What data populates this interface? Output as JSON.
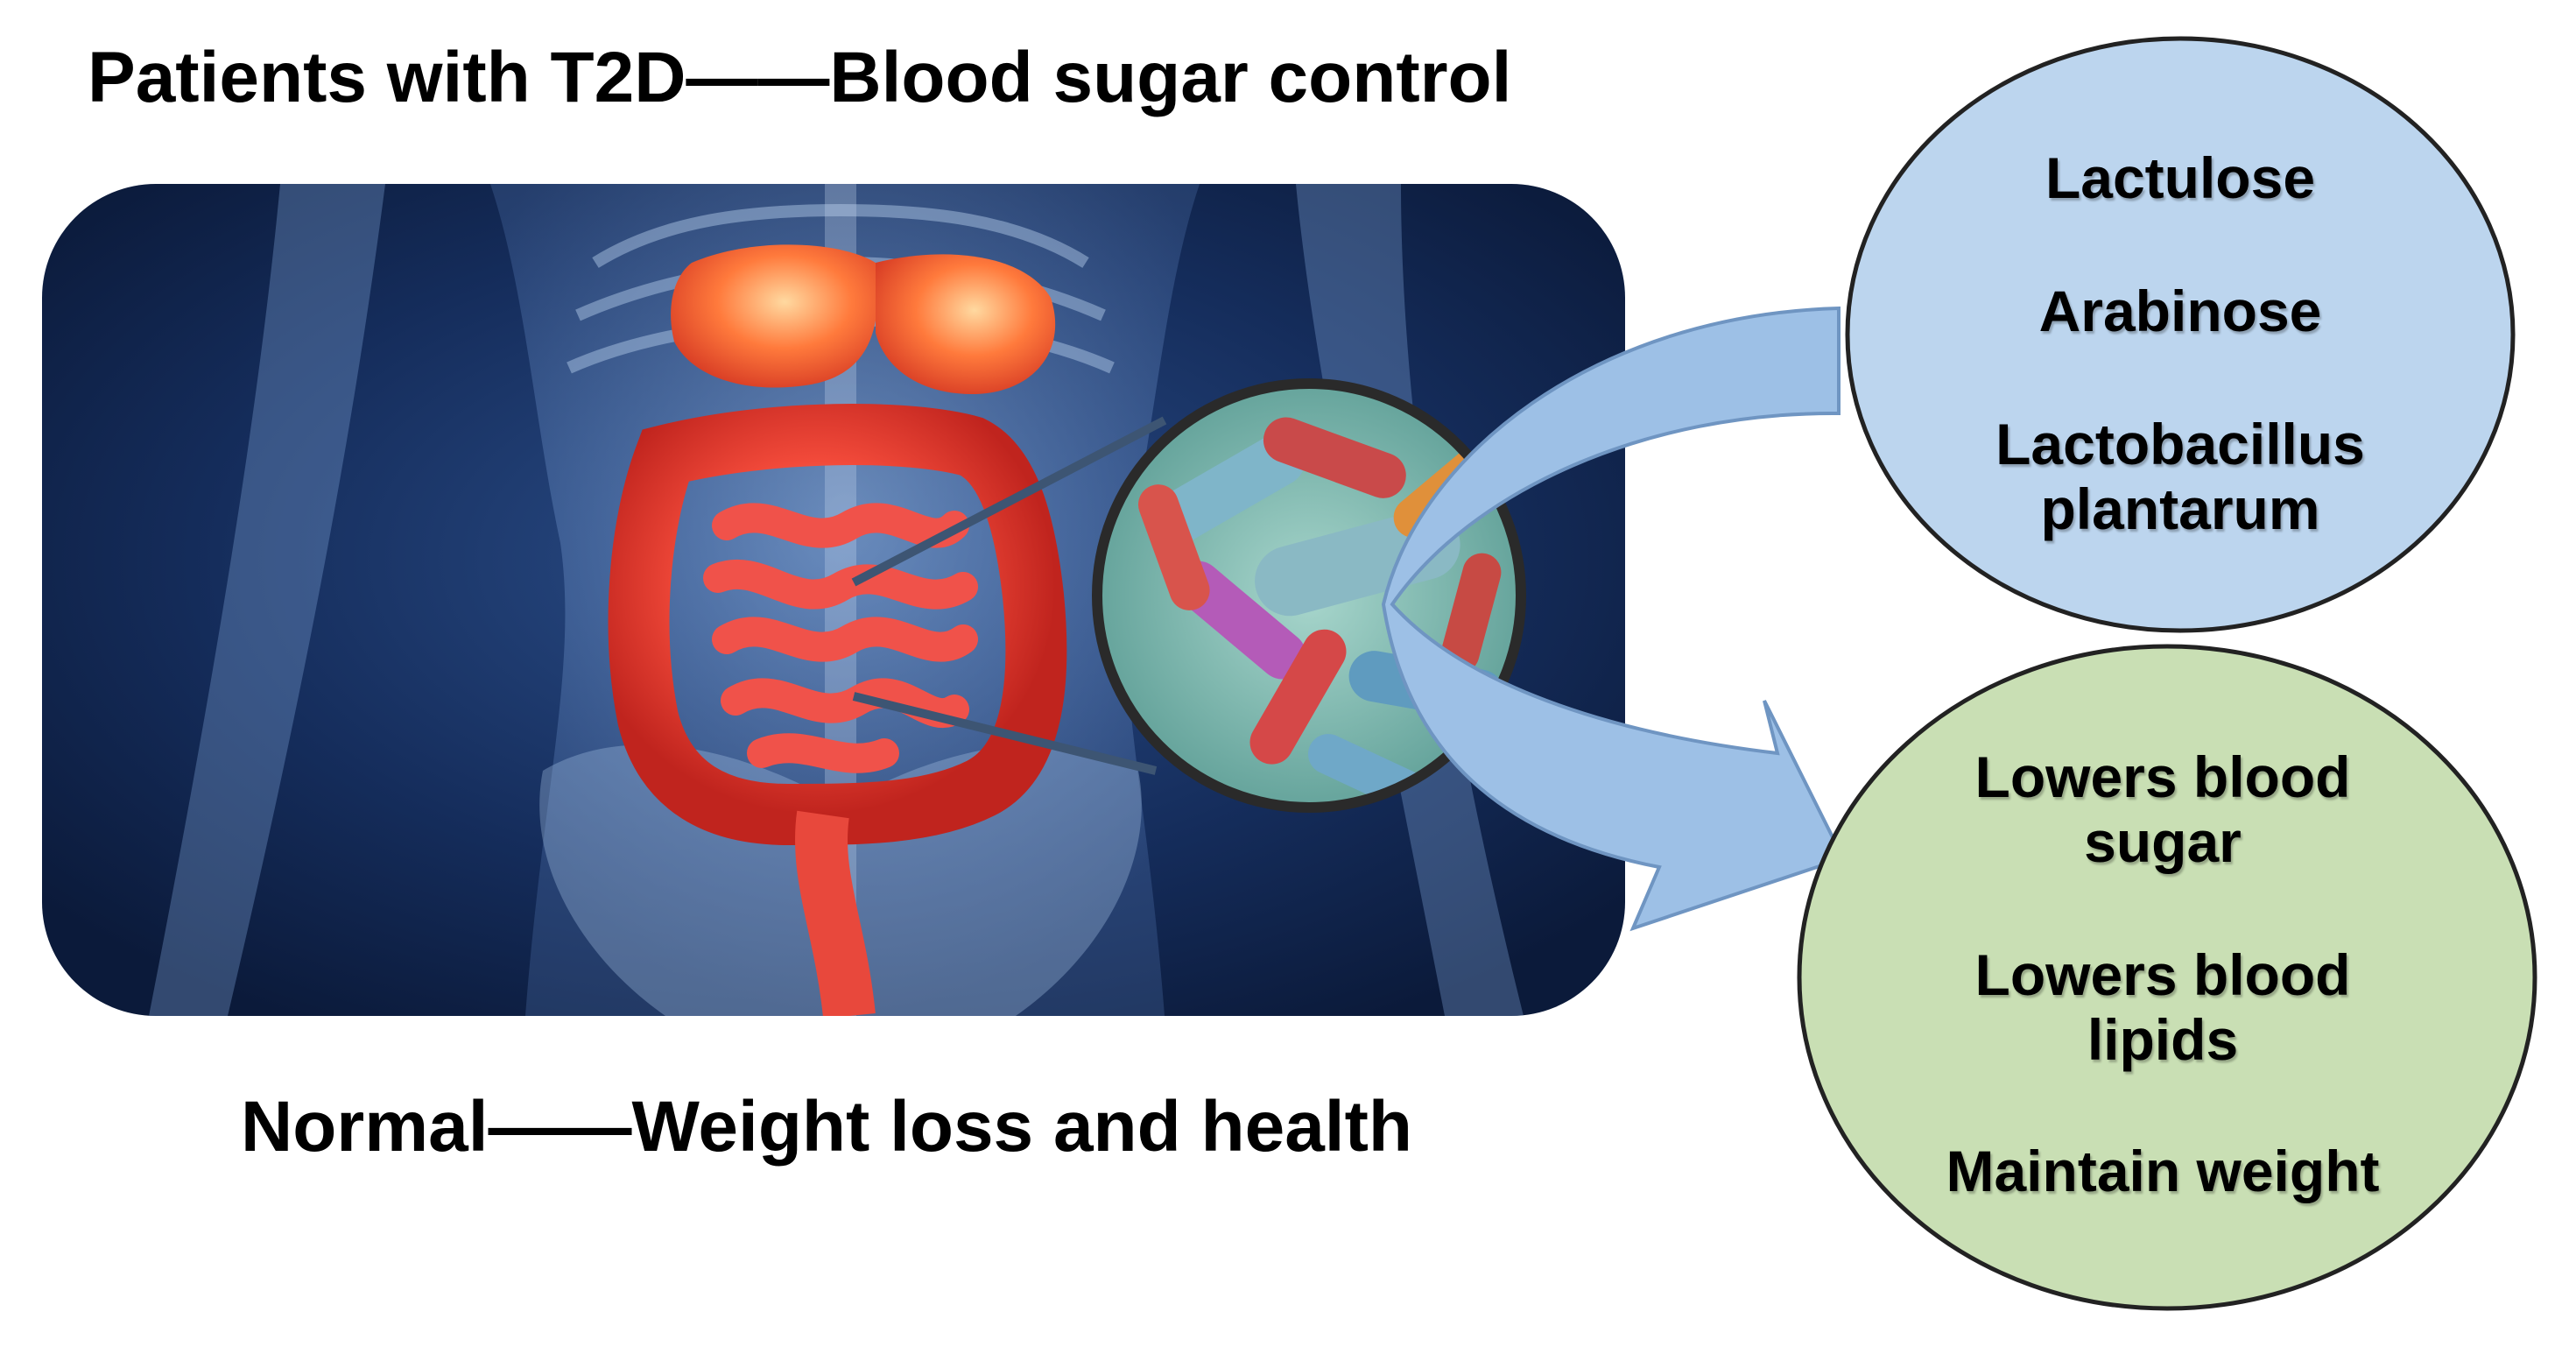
{
  "titles": {
    "top": "Patients with T2D——Blood sugar control",
    "bottom": "Normal——Weight loss and health"
  },
  "interventions": {
    "items": [
      "Lactulose",
      "Arabinose",
      "Lactobacillus plantarum"
    ],
    "fill_color": "#bcd5ee"
  },
  "effects": {
    "items": [
      "Lowers blood sugar",
      "Lowers blood lipids",
      "Maintain weight"
    ],
    "fill_color": "#c9dfb4"
  },
  "illustration": {
    "subject": "human torso digestive system",
    "inset": "gut bacteria microscope view",
    "arrow_color": "#8fb4dc"
  }
}
